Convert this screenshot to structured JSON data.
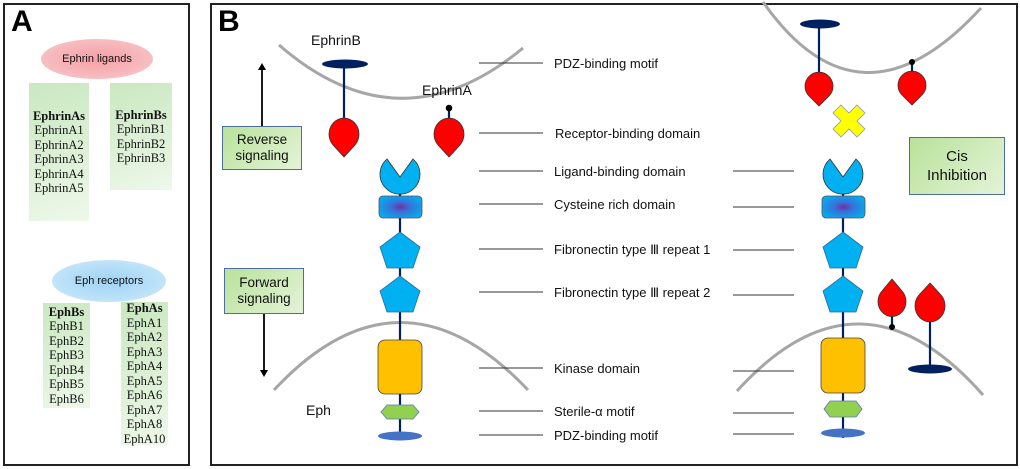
{
  "panel_a": {
    "label": "A",
    "ligands_title": "Ephrin ligands",
    "ephrin_as": {
      "header": "EphrinAs",
      "items": [
        "EphrinA1",
        "EphrinA2",
        "EphrinA3",
        "EphrinA4",
        "EphrinA5"
      ]
    },
    "ephrin_bs": {
      "header": "EphrinBs",
      "items": [
        "EphrinB1",
        "EphrinB2",
        "EphrinB3"
      ]
    },
    "receptors_title": "Eph receptors",
    "eph_bs": {
      "header": "EphBs",
      "items": [
        "EphB1",
        "EphB2",
        "EphB3",
        "EphB4",
        "EphB5",
        "EphB6"
      ]
    },
    "eph_as": {
      "header": "EphAs",
      "items": [
        "EphA1",
        "EphA2",
        "EphA3",
        "EphA4",
        "EphA5",
        "EphA6",
        "EphA7",
        "EphA8",
        "EphA10"
      ]
    }
  },
  "panel_b": {
    "label": "B",
    "ephrinb_label": "EphrinB",
    "ephrina_label": "EphrinA",
    "eph_label": "Eph",
    "reverse_signaling": "Reverse signaling",
    "forward_signaling": "Forward signaling",
    "cis_inhibition": "Cis Inhibition",
    "domains": [
      "PDZ-binding motif",
      "Receptor-binding domain",
      "Ligand-binding domain",
      "Cysteine rich domain",
      "Fibronectin type Ⅲ repeat 1",
      "Fibronectin type Ⅲ repeat 2",
      "Kinase domain",
      "Sterile-α motif",
      "PDZ-binding motif"
    ]
  },
  "colors": {
    "ligand_red": "#ff0000",
    "ligand_blue": "#00b0f0",
    "kinase": "#ffc000",
    "sam": "#92d050",
    "pdz": "#4472c4",
    "navy": "#002060",
    "membrane": "#a6a6a6",
    "inhibit": "#ffff00"
  }
}
